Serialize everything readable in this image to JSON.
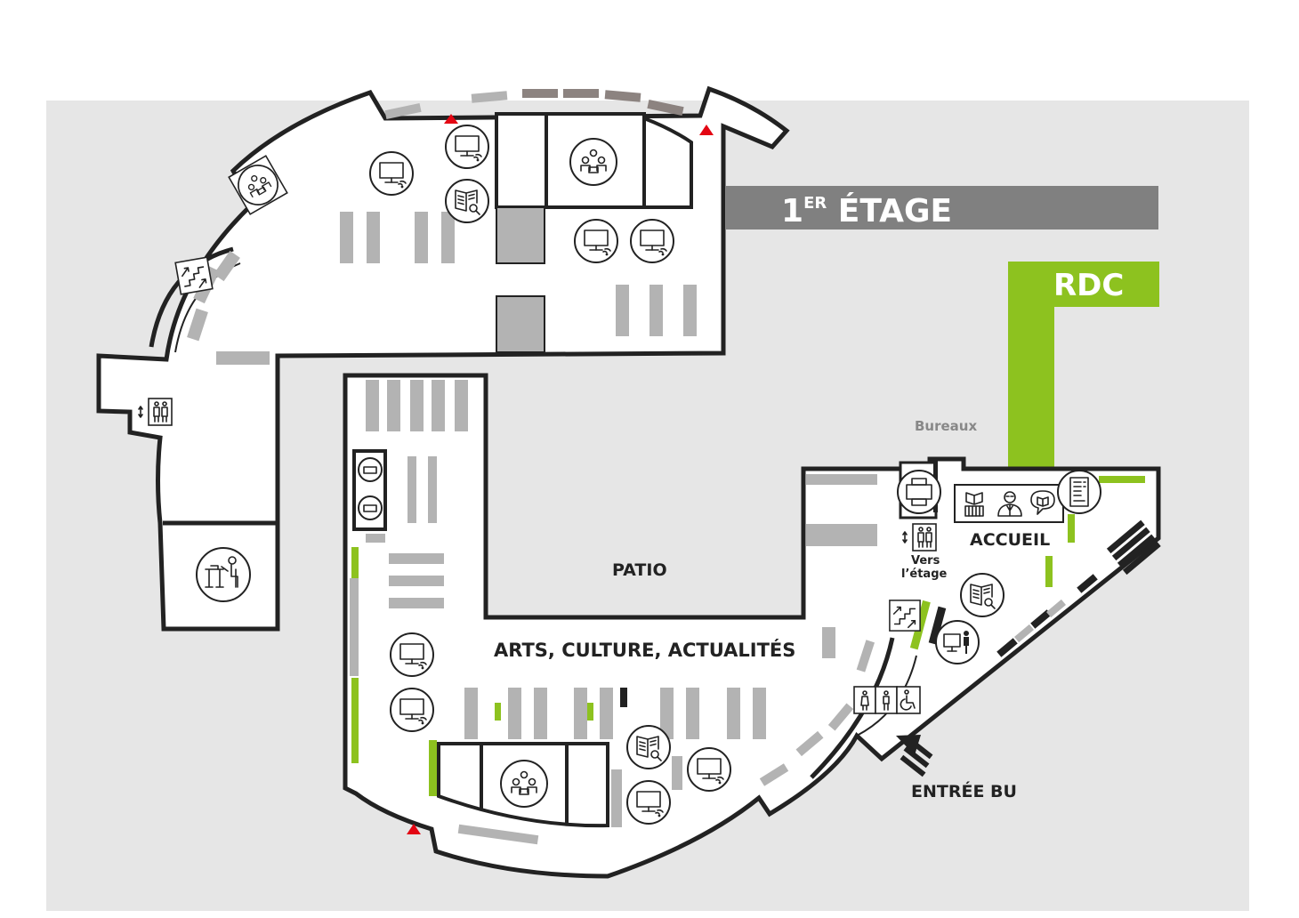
{
  "map": {
    "banners": {
      "first_floor_main": "1",
      "first_floor_sup": "ER",
      "first_floor_rest": " ÉTAGE",
      "ground_floor": "RDC"
    },
    "labels": {
      "bureaux": "Bureaux",
      "accueil": "ACCUEIL",
      "vers_line1": "Vers",
      "vers_line2": "l’étage",
      "patio": "PATIO",
      "arts": "ARTS, CULTURE, ACTUALITÉS",
      "entree": "ENTRÉE BU"
    },
    "colors": {
      "background": "#e6e6e6",
      "first_floor_banner": "#808080",
      "ground_floor_accent": "#8dc21f",
      "shelf": "#b3b3b3",
      "exit_marker": "#e30613"
    },
    "icons": [
      "group-room-icon",
      "computer-wifi-icon",
      "catalogue-search-icon",
      "stairs-icon",
      "elevator-icon",
      "study-desk-icon",
      "printer-icon",
      "library-icon",
      "librarian-icon",
      "help-chat-icon",
      "vending-machine-icon",
      "presentation-icon",
      "toilets-icon",
      "accessible-icon",
      "entrance-arrow-icon",
      "emergency-exit-icon"
    ]
  }
}
